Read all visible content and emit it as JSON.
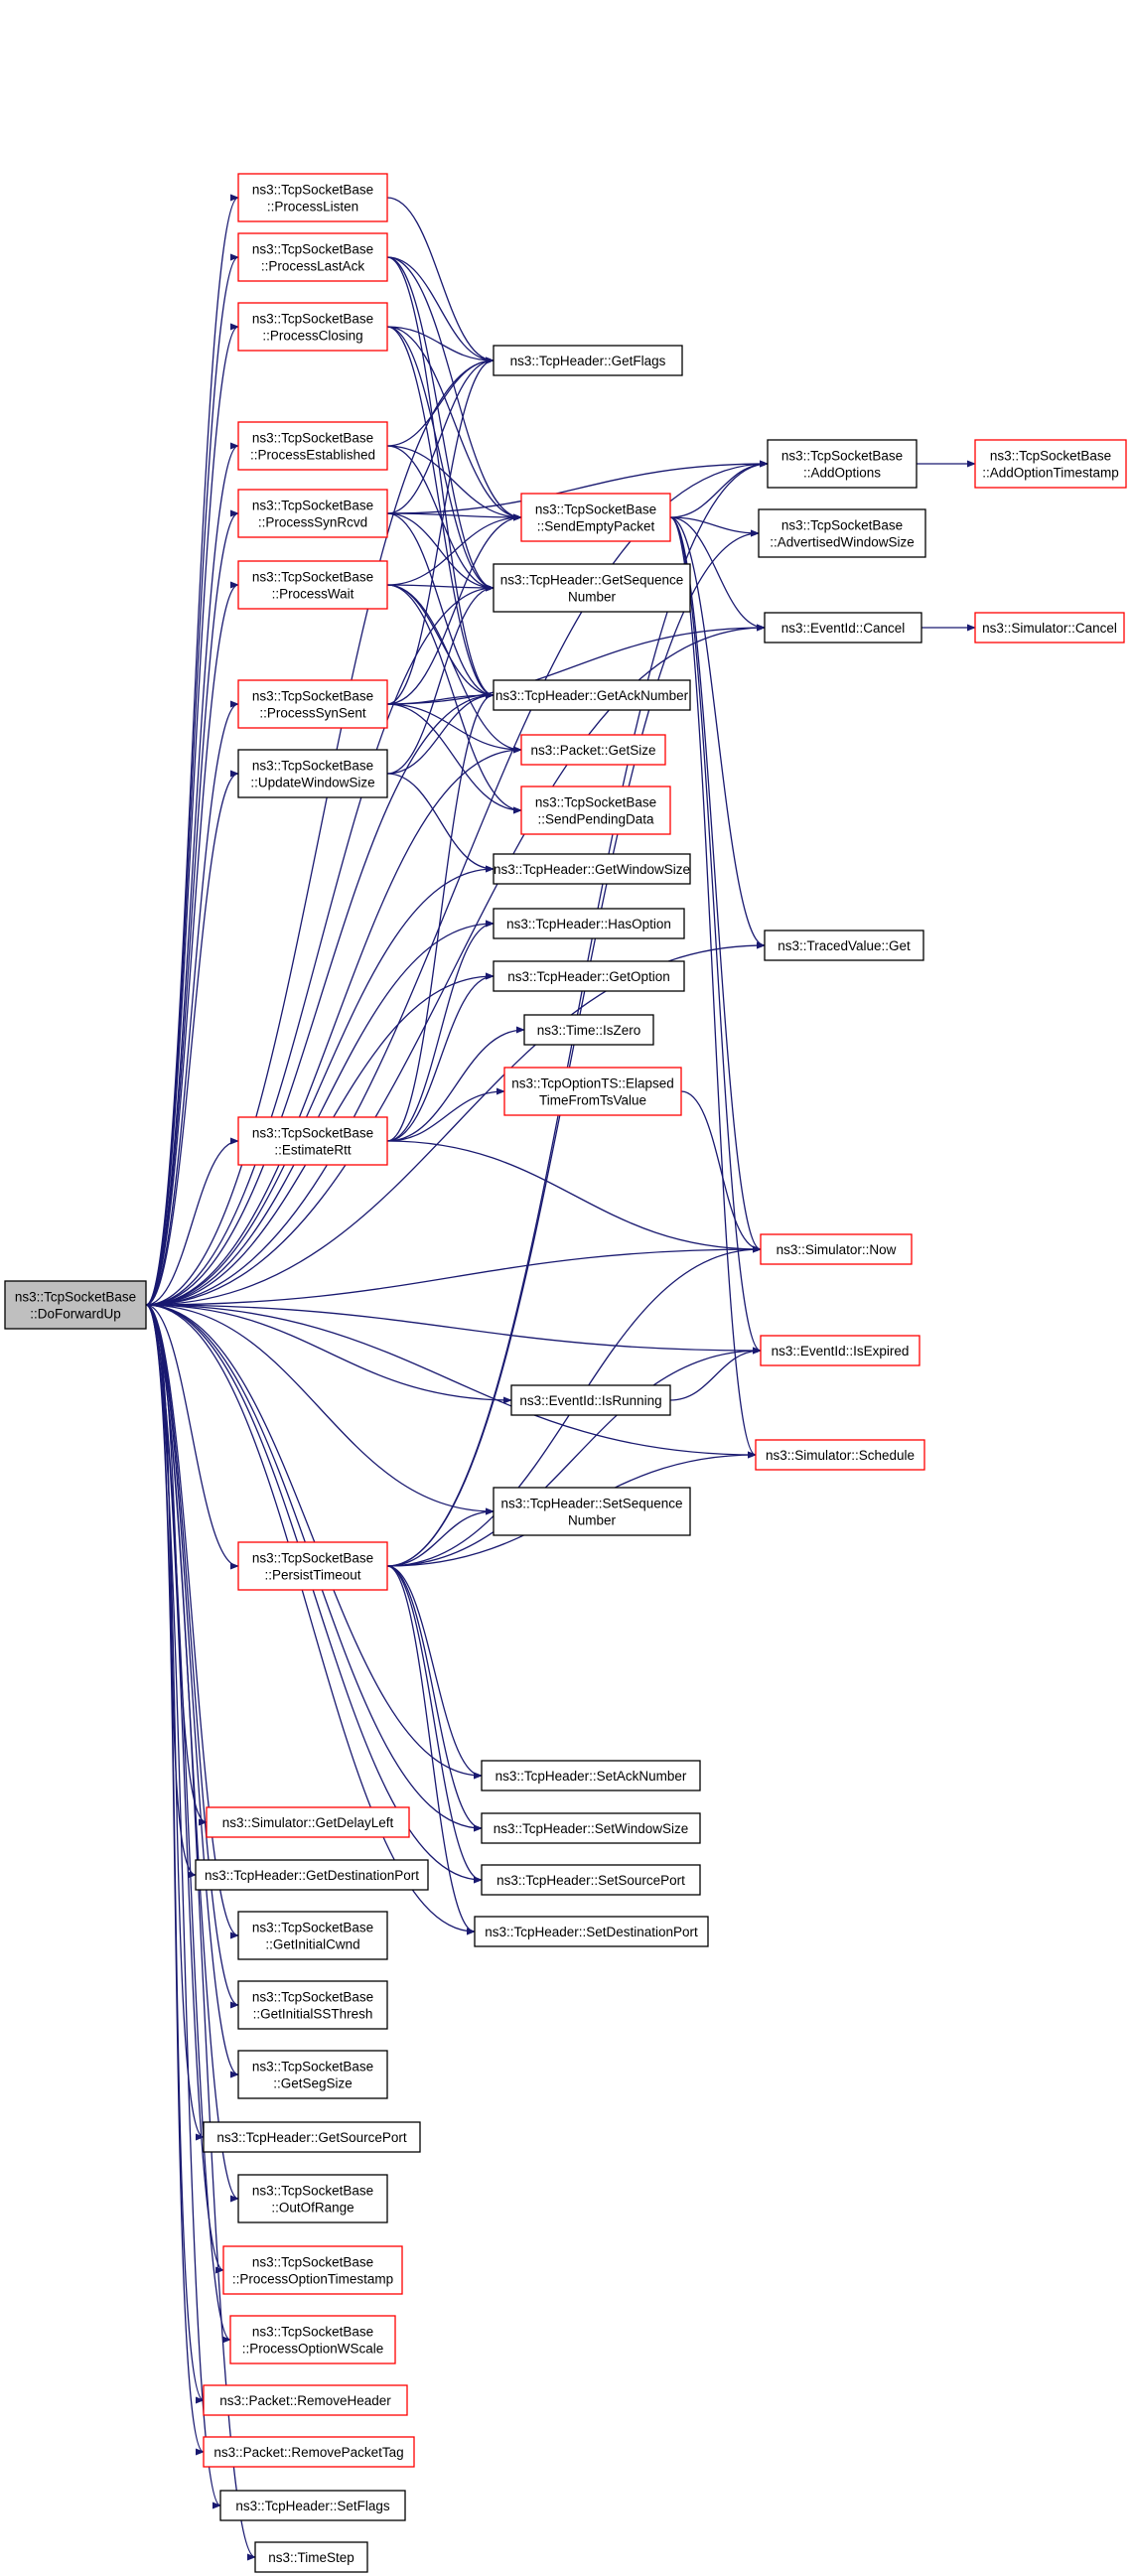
{
  "colors": {
    "edge": "#191970",
    "root_fill": "#bfbfbf",
    "red_border": "#ff0000",
    "black_border": "#000000",
    "text": "#000000"
  },
  "nodes": [
    {
      "id": "root",
      "lines": [
        "ns3::TcpSocketBase",
        "::DoForwardUp"
      ],
      "style": "root"
    },
    {
      "id": "processlisten",
      "lines": [
        "ns3::TcpSocketBase",
        "::ProcessListen"
      ],
      "style": "red"
    },
    {
      "id": "processlastack",
      "lines": [
        "ns3::TcpSocketBase",
        "::ProcessLastAck"
      ],
      "style": "red"
    },
    {
      "id": "processclosing",
      "lines": [
        "ns3::TcpSocketBase",
        "::ProcessClosing"
      ],
      "style": "red"
    },
    {
      "id": "processestablished",
      "lines": [
        "ns3::TcpSocketBase",
        "::ProcessEstablished"
      ],
      "style": "red"
    },
    {
      "id": "processsynrcvd",
      "lines": [
        "ns3::TcpSocketBase",
        "::ProcessSynRcvd"
      ],
      "style": "red"
    },
    {
      "id": "processwait",
      "lines": [
        "ns3::TcpSocketBase",
        "::ProcessWait"
      ],
      "style": "red"
    },
    {
      "id": "processsynsent",
      "lines": [
        "ns3::TcpSocketBase",
        "::ProcessSynSent"
      ],
      "style": "red"
    },
    {
      "id": "updatewindowsize",
      "lines": [
        "ns3::TcpSocketBase",
        "::UpdateWindowSize"
      ],
      "style": "black"
    },
    {
      "id": "estimatertt",
      "lines": [
        "ns3::TcpSocketBase",
        "::EstimateRtt"
      ],
      "style": "red"
    },
    {
      "id": "persisttimeout",
      "lines": [
        "ns3::TcpSocketBase",
        "::PersistTimeout"
      ],
      "style": "red"
    },
    {
      "id": "getdelayleft",
      "lines": [
        "ns3::Simulator::GetDelayLeft"
      ],
      "style": "red"
    },
    {
      "id": "getdestinationport",
      "lines": [
        "ns3::TcpHeader::GetDestinationPort"
      ],
      "style": "black"
    },
    {
      "id": "getinitialcwnd",
      "lines": [
        "ns3::TcpSocketBase",
        "::GetInitialCwnd"
      ],
      "style": "black"
    },
    {
      "id": "getinitialssthresh",
      "lines": [
        "ns3::TcpSocketBase",
        "::GetInitialSSThresh"
      ],
      "style": "black"
    },
    {
      "id": "getsegsize",
      "lines": [
        "ns3::TcpSocketBase",
        "::GetSegSize"
      ],
      "style": "black"
    },
    {
      "id": "getsourceport",
      "lines": [
        "ns3::TcpHeader::GetSourcePort"
      ],
      "style": "black"
    },
    {
      "id": "outofrange",
      "lines": [
        "ns3::TcpSocketBase",
        "::OutOfRange"
      ],
      "style": "black"
    },
    {
      "id": "processoptiontimestamp",
      "lines": [
        "ns3::TcpSocketBase",
        "::ProcessOptionTimestamp"
      ],
      "style": "red"
    },
    {
      "id": "processoptionwscale",
      "lines": [
        "ns3::TcpSocketBase",
        "::ProcessOptionWScale"
      ],
      "style": "red"
    },
    {
      "id": "removeheader",
      "lines": [
        "ns3::Packet::RemoveHeader"
      ],
      "style": "red"
    },
    {
      "id": "removepackettag",
      "lines": [
        "ns3::Packet::RemovePacketTag"
      ],
      "style": "red"
    },
    {
      "id": "setflags",
      "lines": [
        "ns3::TcpHeader::SetFlags"
      ],
      "style": "black"
    },
    {
      "id": "timestep",
      "lines": [
        "ns3::TimeStep"
      ],
      "style": "black"
    },
    {
      "id": "getflags",
      "lines": [
        "ns3::TcpHeader::GetFlags"
      ],
      "style": "black"
    },
    {
      "id": "sendemptypacket",
      "lines": [
        "ns3::TcpSocketBase",
        "::SendEmptyPacket"
      ],
      "style": "red"
    },
    {
      "id": "getsequencenumber",
      "lines": [
        "ns3::TcpHeader::GetSequence",
        "Number"
      ],
      "style": "black"
    },
    {
      "id": "getacknumber",
      "lines": [
        "ns3::TcpHeader::GetAckNumber"
      ],
      "style": "black"
    },
    {
      "id": "packetgetsize",
      "lines": [
        "ns3::Packet::GetSize"
      ],
      "style": "red"
    },
    {
      "id": "sendpendingdata",
      "lines": [
        "ns3::TcpSocketBase",
        "::SendPendingData"
      ],
      "style": "red"
    },
    {
      "id": "getwindowsize",
      "lines": [
        "ns3::TcpHeader::GetWindowSize"
      ],
      "style": "black"
    },
    {
      "id": "hasoption",
      "lines": [
        "ns3::TcpHeader::HasOption"
      ],
      "style": "black"
    },
    {
      "id": "getoption",
      "lines": [
        "ns3::TcpHeader::GetOption"
      ],
      "style": "black"
    },
    {
      "id": "iszero",
      "lines": [
        "ns3::Time::IsZero"
      ],
      "style": "black"
    },
    {
      "id": "elapsedtime",
      "lines": [
        "ns3::TcpOptionTS::Elapsed",
        "TimeFromTsValue"
      ],
      "style": "red"
    },
    {
      "id": "eventidisrunning",
      "lines": [
        "ns3::EventId::IsRunning"
      ],
      "style": "black"
    },
    {
      "id": "setsequencenumber",
      "lines": [
        "ns3::TcpHeader::SetSequence",
        "Number"
      ],
      "style": "black"
    },
    {
      "id": "setacknumber",
      "lines": [
        "ns3::TcpHeader::SetAckNumber"
      ],
      "style": "black"
    },
    {
      "id": "setwindowsize",
      "lines": [
        "ns3::TcpHeader::SetWindowSize"
      ],
      "style": "black"
    },
    {
      "id": "setsourceport",
      "lines": [
        "ns3::TcpHeader::SetSourcePort"
      ],
      "style": "black"
    },
    {
      "id": "setdestinationport",
      "lines": [
        "ns3::TcpHeader::SetDestinationPort"
      ],
      "style": "black"
    },
    {
      "id": "addoptions",
      "lines": [
        "ns3::TcpSocketBase",
        "::AddOptions"
      ],
      "style": "black"
    },
    {
      "id": "advertisedwindowsize",
      "lines": [
        "ns3::TcpSocketBase",
        "::AdvertisedWindowSize"
      ],
      "style": "black"
    },
    {
      "id": "eventidcancel",
      "lines": [
        "ns3::EventId::Cancel"
      ],
      "style": "black"
    },
    {
      "id": "tracedvalueget",
      "lines": [
        "ns3::TracedValue::Get"
      ],
      "style": "black"
    },
    {
      "id": "simulatornow",
      "lines": [
        "ns3::Simulator::Now"
      ],
      "style": "red"
    },
    {
      "id": "eventidisexpired",
      "lines": [
        "ns3::EventId::IsExpired"
      ],
      "style": "red"
    },
    {
      "id": "simulatorschedule",
      "lines": [
        "ns3::Simulator::Schedule"
      ],
      "style": "red"
    },
    {
      "id": "addoptiontimestamp",
      "lines": [
        "ns3::TcpSocketBase",
        "::AddOptionTimestamp"
      ],
      "style": "red"
    },
    {
      "id": "simulatorcancel",
      "lines": [
        "ns3::Simulator::Cancel"
      ],
      "style": "red"
    }
  ],
  "edges": [
    [
      "root",
      "processlisten"
    ],
    [
      "root",
      "processlastack"
    ],
    [
      "root",
      "processclosing"
    ],
    [
      "root",
      "processestablished"
    ],
    [
      "root",
      "processsynrcvd"
    ],
    [
      "root",
      "processwait"
    ],
    [
      "root",
      "processsynsent"
    ],
    [
      "root",
      "updatewindowsize"
    ],
    [
      "root",
      "estimatertt"
    ],
    [
      "root",
      "persisttimeout"
    ],
    [
      "root",
      "getdelayleft"
    ],
    [
      "root",
      "getdestinationport"
    ],
    [
      "root",
      "getinitialcwnd"
    ],
    [
      "root",
      "getinitialssthresh"
    ],
    [
      "root",
      "getsegsize"
    ],
    [
      "root",
      "getsourceport"
    ],
    [
      "root",
      "outofrange"
    ],
    [
      "root",
      "processoptiontimestamp"
    ],
    [
      "root",
      "processoptionwscale"
    ],
    [
      "root",
      "removeheader"
    ],
    [
      "root",
      "removepackettag"
    ],
    [
      "root",
      "setflags"
    ],
    [
      "root",
      "timestep"
    ],
    [
      "root",
      "getflags"
    ],
    [
      "root",
      "addoptions"
    ],
    [
      "root",
      "getsequencenumber"
    ],
    [
      "root",
      "getacknumber"
    ],
    [
      "root",
      "packetgetsize"
    ],
    [
      "root",
      "getwindowsize"
    ],
    [
      "root",
      "hasoption"
    ],
    [
      "root",
      "getoption"
    ],
    [
      "root",
      "tracedvalueget"
    ],
    [
      "root",
      "simulatornow"
    ],
    [
      "root",
      "eventidisexpired"
    ],
    [
      "root",
      "eventidisrunning"
    ],
    [
      "root",
      "simulatorschedule"
    ],
    [
      "root",
      "setsequencenumber"
    ],
    [
      "root",
      "setacknumber"
    ],
    [
      "root",
      "setwindowsize"
    ],
    [
      "root",
      "setsourceport"
    ],
    [
      "root",
      "setdestinationport"
    ],
    [
      "root",
      "eventidcancel"
    ],
    [
      "processlisten",
      "getflags"
    ],
    [
      "processlastack",
      "getflags"
    ],
    [
      "processlastack",
      "sendemptypacket"
    ],
    [
      "processlastack",
      "getsequencenumber"
    ],
    [
      "processlastack",
      "getacknumber"
    ],
    [
      "processclosing",
      "getflags"
    ],
    [
      "processclosing",
      "sendemptypacket"
    ],
    [
      "processclosing",
      "getsequencenumber"
    ],
    [
      "processclosing",
      "getacknumber"
    ],
    [
      "processestablished",
      "getflags"
    ],
    [
      "processestablished",
      "sendemptypacket"
    ],
    [
      "processestablished",
      "getsequencenumber"
    ],
    [
      "processsynrcvd",
      "getflags"
    ],
    [
      "processsynrcvd",
      "sendemptypacket"
    ],
    [
      "processsynrcvd",
      "getsequencenumber"
    ],
    [
      "processsynrcvd",
      "getacknumber"
    ],
    [
      "processsynrcvd",
      "addoptions"
    ],
    [
      "processwait",
      "sendemptypacket"
    ],
    [
      "processwait",
      "getsequencenumber"
    ],
    [
      "processwait",
      "getacknumber"
    ],
    [
      "processwait",
      "packetgetsize"
    ],
    [
      "processwait",
      "sendpendingdata"
    ],
    [
      "processsynsent",
      "getflags"
    ],
    [
      "processsynsent",
      "sendemptypacket"
    ],
    [
      "processsynsent",
      "getacknumber"
    ],
    [
      "processsynsent",
      "packetgetsize"
    ],
    [
      "processsynsent",
      "sendpendingdata"
    ],
    [
      "processsynsent",
      "eventidcancel"
    ],
    [
      "updatewindowsize",
      "getsequencenumber"
    ],
    [
      "updatewindowsize",
      "getacknumber"
    ],
    [
      "updatewindowsize",
      "getwindowsize"
    ],
    [
      "estimatertt",
      "hasoption"
    ],
    [
      "estimatertt",
      "getoption"
    ],
    [
      "estimatertt",
      "iszero"
    ],
    [
      "estimatertt",
      "elapsedtime"
    ],
    [
      "estimatertt",
      "simulatornow"
    ],
    [
      "estimatertt",
      "getacknumber"
    ],
    [
      "elapsedtime",
      "simulatornow"
    ],
    [
      "eventidisrunning",
      "eventidisexpired"
    ],
    [
      "sendemptypacket",
      "addoptions"
    ],
    [
      "sendemptypacket",
      "advertisedwindowsize"
    ],
    [
      "sendemptypacket",
      "eventidcancel"
    ],
    [
      "sendemptypacket",
      "tracedvalueget"
    ],
    [
      "sendemptypacket",
      "simulatornow"
    ],
    [
      "sendemptypacket",
      "eventidisexpired"
    ],
    [
      "sendemptypacket",
      "simulatorschedule"
    ],
    [
      "persisttimeout",
      "setsequencenumber"
    ],
    [
      "persisttimeout",
      "setacknumber"
    ],
    [
      "persisttimeout",
      "setwindowsize"
    ],
    [
      "persisttimeout",
      "setsourceport"
    ],
    [
      "persisttimeout",
      "setdestinationport"
    ],
    [
      "persisttimeout",
      "simulatorschedule"
    ],
    [
      "persisttimeout",
      "simulatornow"
    ],
    [
      "persisttimeout",
      "eventidisexpired"
    ],
    [
      "persisttimeout",
      "addoptions"
    ],
    [
      "persisttimeout",
      "advertisedwindowsize"
    ],
    [
      "addoptions",
      "addoptiontimestamp"
    ],
    [
      "eventidcancel",
      "simulatorcancel"
    ]
  ]
}
